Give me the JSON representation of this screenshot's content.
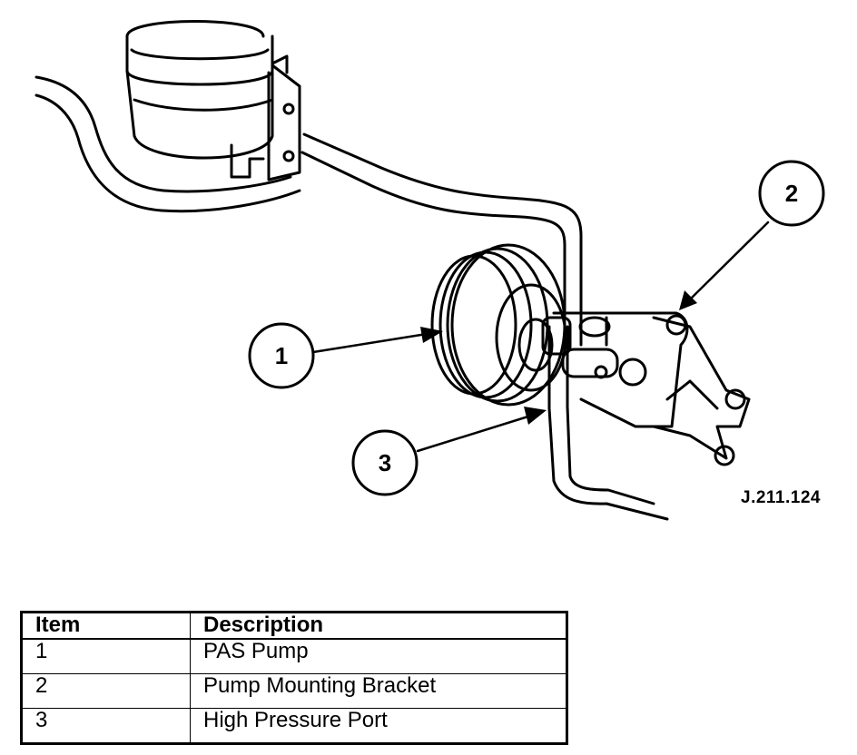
{
  "callouts": [
    {
      "number": "1"
    },
    {
      "number": "2"
    },
    {
      "number": "3"
    }
  ],
  "reference_code": "J.211.124",
  "legend": {
    "headers": {
      "item": "Item",
      "description": "Description"
    },
    "rows": [
      {
        "item": "1",
        "description": "PAS Pump"
      },
      {
        "item": "2",
        "description": "Pump Mounting Bracket"
      },
      {
        "item": "3",
        "description": "High Pressure Port"
      }
    ]
  }
}
